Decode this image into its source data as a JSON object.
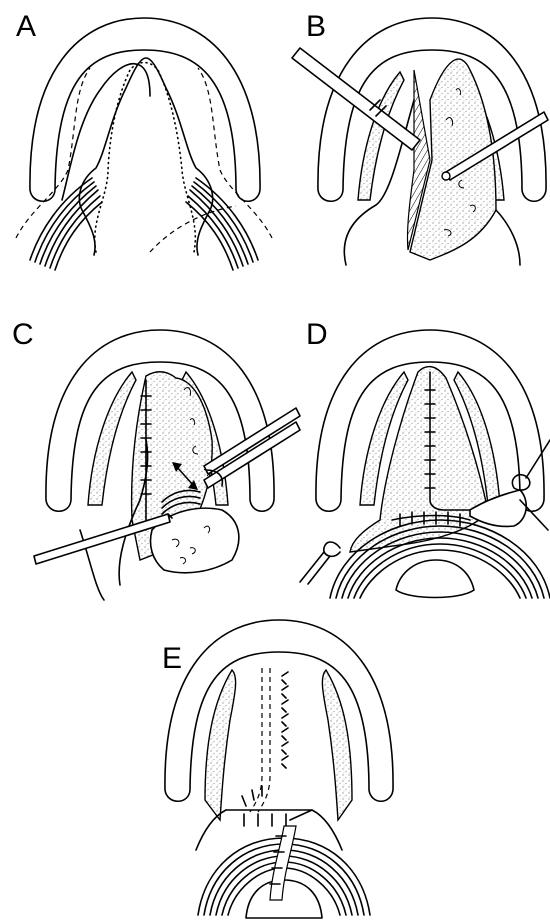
{
  "panels": [
    {
      "letter": "A"
    },
    {
      "letter": "B"
    },
    {
      "letter": "C"
    },
    {
      "letter": "D"
    },
    {
      "letter": "E"
    }
  ],
  "colors": {
    "line": "#000000",
    "background": "#ffffff",
    "stipple": "#9a9a9a"
  }
}
